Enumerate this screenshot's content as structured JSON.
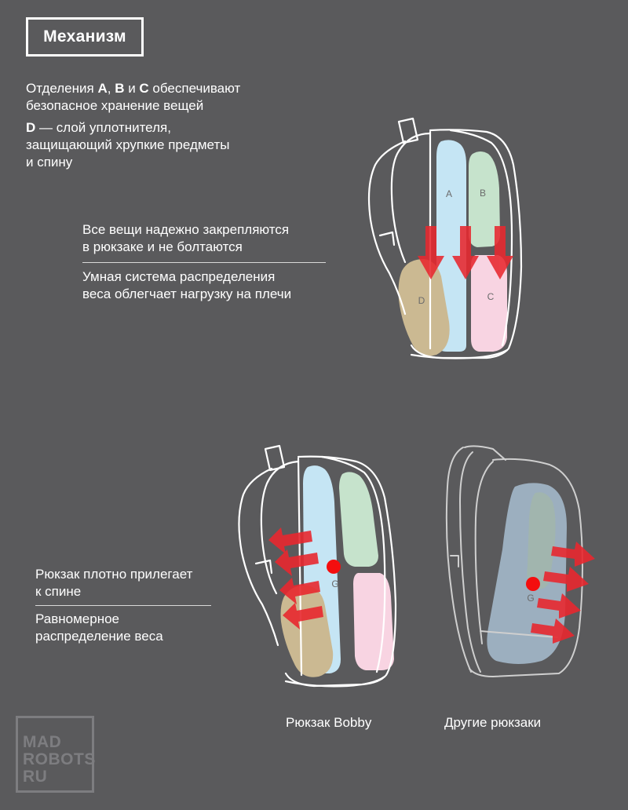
{
  "title": "Механизм",
  "intro": {
    "line1_pre": "Отделения ",
    "letter_a": "A",
    "sep1": ", ",
    "letter_b": "B",
    "sep2": " и ",
    "letter_c": "C",
    "line1_post": " обеспечивают",
    "line2": "безопасное хранение вещей",
    "d_letter": "D",
    "d_line1": " — слой уплотнителя,",
    "d_line2": "защищающий хрупкие предметы",
    "d_line3": "и спину"
  },
  "features_top": {
    "f1_line1": "Все вещи надежно закрепляются",
    "f1_line2": "в рюкзаке и не болтаются",
    "f2_line1": "Умная система распределения",
    "f2_line2": "веса облегчает нагрузку на плечи"
  },
  "features_bottom": {
    "f1_line1": "Рюкзак плотно прилегает",
    "f1_line2": "к спине",
    "f2_line1": "Равномерное",
    "f2_line2": "распределение веса"
  },
  "compartments": {
    "a": "A",
    "b": "B",
    "c": "C",
    "d": "D"
  },
  "center_of_gravity": "G",
  "captions": {
    "bobby": "Рюкзак Bobby",
    "others": "Другие рюкзаки"
  },
  "logo": {
    "line1": "MAD",
    "line2": "ROBOTS",
    "line3": "RU"
  },
  "colors": {
    "background": "#5a5a5c",
    "compartment_a": "#c5e5f4",
    "compartment_b": "#c6e3cc",
    "compartment_c": "#f8d4e2",
    "compartment_d": "#cbb992",
    "arrow": "#e8282f",
    "outline": "#ffffff"
  }
}
